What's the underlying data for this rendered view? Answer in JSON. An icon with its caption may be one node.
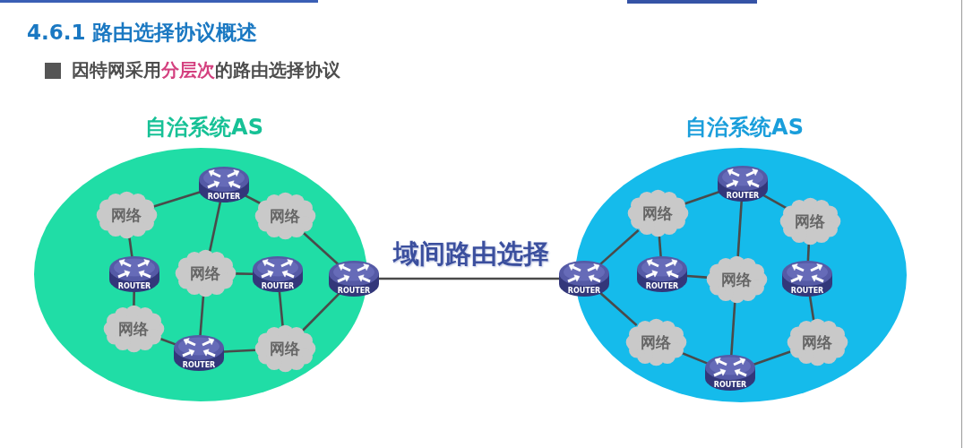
{
  "diagram": {
    "title": "4.6.1 路由选择协议概述",
    "nodes": [
      {
        "text": [
          "自治系统AS"
        ]
      },
      {
        "text": [
          "ROUTER"
        ],
        "in": 0
      },
      {
        "text": [
          "网络"
        ],
        "in": 0
      },
      {
        "text": [
          "网络"
        ],
        "in": 0
      },
      {
        "text": [
          "ROUTER"
        ],
        "in": 0
      },
      {
        "text": [
          "网络"
        ],
        "in": 0
      },
      {
        "text": [
          "ROUTER"
        ],
        "in": 0
      },
      {
        "text": [
          "ROUTER"
        ],
        "in": 0
      },
      {
        "text": [
          "网络"
        ],
        "in": 0
      },
      {
        "text": [
          "ROUTER"
        ],
        "in": 0
      },
      {
        "text": [
          "网络"
        ],
        "in": 0
      },
      {
        "text": [
          "自治系统AS"
        ]
      },
      {
        "text": [
          "ROUTER"
        ],
        "in": 11
      },
      {
        "text": [
          "网络"
        ],
        "in": 11
      },
      {
        "text": [
          "网络"
        ],
        "in": 11
      },
      {
        "text": [
          "ROUTER"
        ],
        "in": 11
      },
      {
        "text": [
          "ROUTER"
        ],
        "in": 11
      },
      {
        "text": [
          "网络"
        ],
        "in": 11
      },
      {
        "text": [
          "ROUTER"
        ],
        "in": 11
      },
      {
        "text": [
          "网络"
        ],
        "in": 11
      },
      {
        "text": [
          "ROUTER"
        ],
        "in": 11
      },
      {
        "text": [
          "网络"
        ],
        "in": 11
      }
    ],
    "edges": [
      {
        "from": 2,
        "to": 1,
        "arrow": "none"
      },
      {
        "from": 1,
        "to": 3,
        "arrow": "none"
      },
      {
        "from": 1,
        "to": 5,
        "arrow": "none"
      },
      {
        "from": 2,
        "to": 4,
        "arrow": "none"
      },
      {
        "from": 4,
        "to": 8,
        "arrow": "none"
      },
      {
        "from": 8,
        "to": 9,
        "arrow": "none"
      },
      {
        "from": 5,
        "to": 9,
        "arrow": "none"
      },
      {
        "from": 5,
        "to": 6,
        "arrow": "none"
      },
      {
        "from": 6,
        "to": 10,
        "arrow": "none"
      },
      {
        "from": 9,
        "to": 10,
        "arrow": "none"
      },
      {
        "from": 3,
        "to": 7,
        "arrow": "none"
      },
      {
        "from": 7,
        "to": 10,
        "arrow": "none"
      },
      {
        "from": 7,
        "to": 15,
        "arrow": "none",
        "label": "域间路由选择"
      },
      {
        "from": 15,
        "to": 13,
        "arrow": "none"
      },
      {
        "from": 13,
        "to": 12,
        "arrow": "none"
      },
      {
        "from": 13,
        "to": 16,
        "arrow": "none"
      },
      {
        "from": 12,
        "to": 14,
        "arrow": "none"
      },
      {
        "from": 12,
        "to": 17,
        "arrow": "none"
      },
      {
        "from": 16,
        "to": 17,
        "arrow": "none"
      },
      {
        "from": 14,
        "to": 18,
        "arrow": "none"
      },
      {
        "from": 18,
        "to": 21,
        "arrow": "none"
      },
      {
        "from": 15,
        "to": 19,
        "arrow": "none"
      },
      {
        "from": 19,
        "to": 20,
        "arrow": "none"
      },
      {
        "from": 17,
        "to": 20,
        "arrow": "none"
      },
      {
        "from": 20,
        "to": 21,
        "arrow": "none"
      }
    ],
    "labels": [
      "因特网采用**分层次**的路由选择协议"
    ]
  }
}
